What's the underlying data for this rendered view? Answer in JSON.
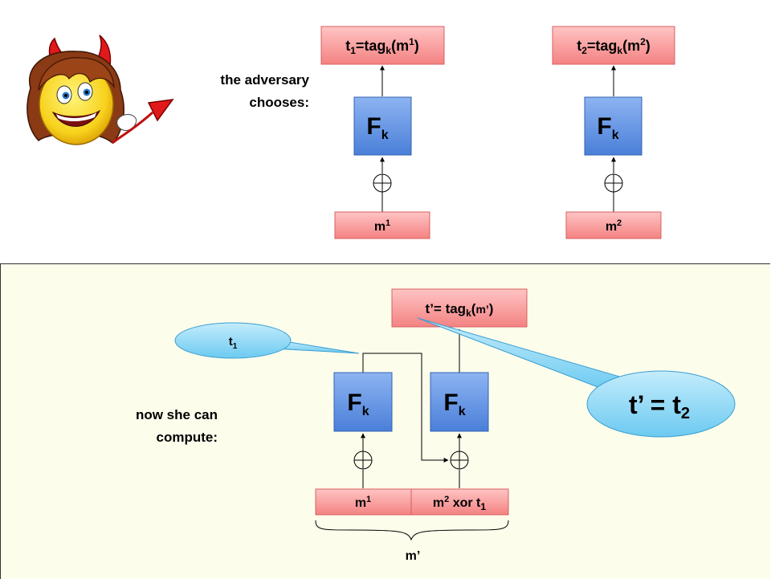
{
  "top": {
    "caption_line1": "the adversary",
    "caption_line2": "chooses:",
    "left_chain": {
      "tag_label": {
        "pre": "t",
        "sub1": "1",
        "mid": "=tag",
        "sub2": "k",
        "open": "(m",
        "sup": "1",
        "close": ")"
      },
      "f_box": {
        "base": "F",
        "sub": "k"
      },
      "message": {
        "base": "m",
        "sup": "1"
      }
    },
    "right_chain": {
      "tag_label": {
        "pre": "t",
        "sub1": "2",
        "mid": "=tag",
        "sub2": "k",
        "open": "(m",
        "sup": "2",
        "close": ")"
      },
      "f_box": {
        "base": "F",
        "sub": "k"
      },
      "message": {
        "base": "m",
        "sup": "2"
      }
    }
  },
  "bottom": {
    "caption_line1": "now she can",
    "caption_line2": "compute:",
    "tag_label": {
      "pre": "t’= tag",
      "sub": "k",
      "open": "(",
      "small": "m’",
      "close": ")"
    },
    "f_box_left": {
      "base": "F",
      "sub": "k"
    },
    "f_box_right": {
      "base": "F",
      "sub": "k"
    },
    "message_1": {
      "base": "m",
      "sup": "1"
    },
    "message_2": {
      "base": "m",
      "sup": "2",
      "rest": " xor t",
      "sub": "1"
    },
    "brace_label": "m’",
    "callout_small": {
      "base": "t",
      "sub": "1"
    },
    "callout_large": {
      "pre": "t’ = t",
      "sub": "2"
    }
  },
  "colors": {
    "box_blue": "#5f92e4",
    "box_pink": "#f99a9a",
    "callout_cyan": "#8ed8f6",
    "panel_bg": "#fdfdec"
  }
}
